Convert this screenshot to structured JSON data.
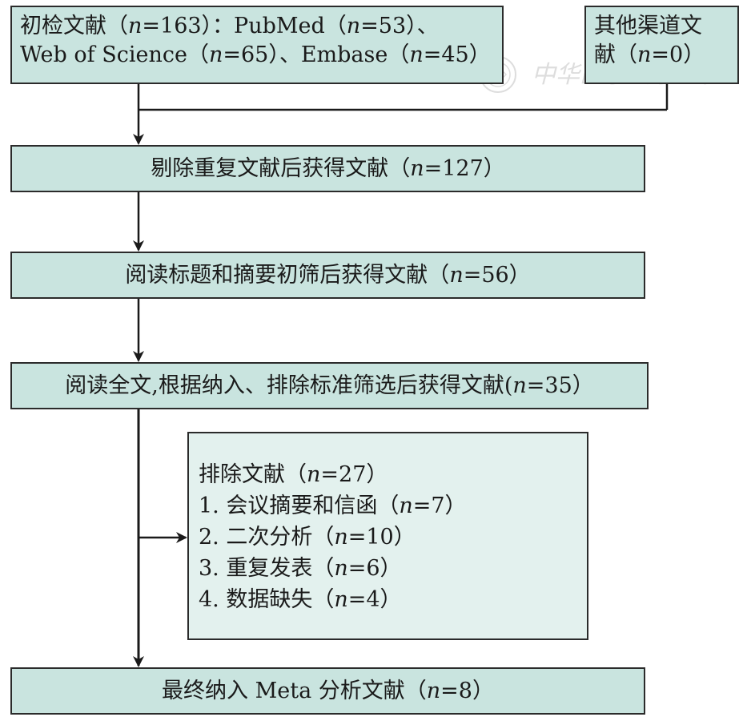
{
  "boxes": {
    "initial_search": {
      "line1": "初检文献（n=163）：PubMed（n=53）、",
      "line2": "Web of Science（n=65）、Embase（n=45）"
    },
    "other_sources": {
      "line1": "其他渠道文",
      "line2": "献（n=0）"
    },
    "after_dedup": "剔除重复文献后获得文献（n=127）",
    "title_abstract": "阅读标题和摘要初筛后获得文献（n=56）",
    "full_text": "阅读全文,根据纳入、排除标准筛选后获得文献(n=35）",
    "excluded": {
      "heading": "排除文献（n=27）",
      "items": [
        "1. 会议摘要和信函（n=7）",
        "2. 二次分析（n=10）",
        "3. 重复发表（n=6）",
        "4. 数据缺失（n=4）"
      ]
    },
    "final": "最终纳入 Meta 分析文献（n=8）"
  },
  "watermark": "中华医学会杂志社",
  "colors": {
    "box_fill": "#c9e4df",
    "excluded_fill": "#e3f1ee",
    "border": "#2b2b2b",
    "arrow": "#1a1a1a"
  }
}
